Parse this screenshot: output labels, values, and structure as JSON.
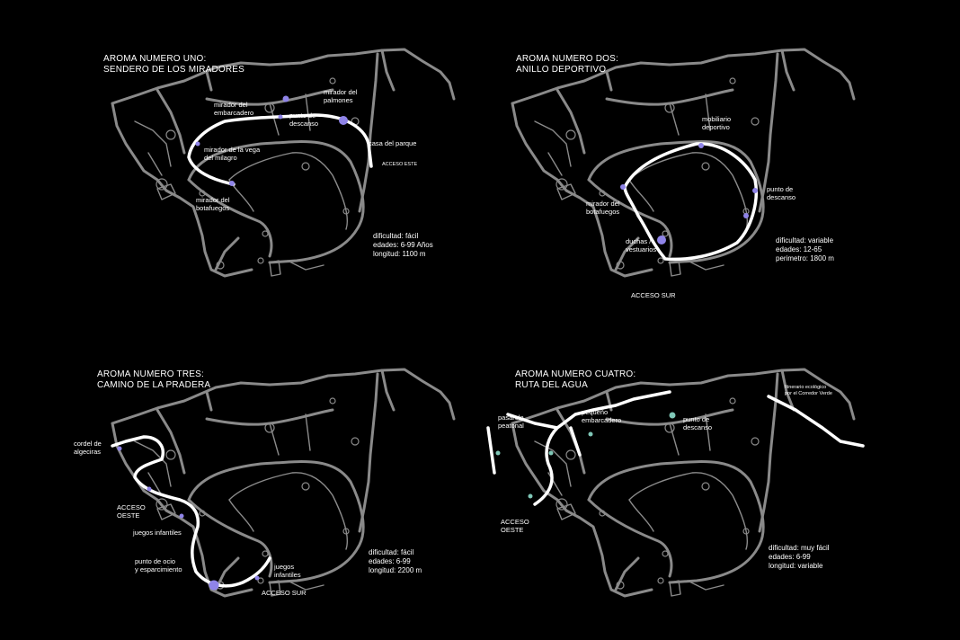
{
  "colors": {
    "background": "#000000",
    "paths": "#8a8a8a",
    "route": "#ffffff",
    "poi_purple": "#8f84e8",
    "poi_teal": "#7fc7b7"
  },
  "maps": [
    {
      "title_line1": "AROMA NUMERO UNO:",
      "title_line2": "SENDERO DE LOS MIRADORES",
      "labels": {
        "l1": "mirador del\nembarcadero",
        "l2": "mirador del\npalmones",
        "l3": "punto de\ndescanso",
        "l4": "mirador de la vega\ndel milagro",
        "l5": "casa del parque",
        "l6": "ACCESO ESTE",
        "l7": "mirador del\nbotafuegos"
      },
      "stats": [
        "dificultad: fácil",
        "edades: 6-99 Años",
        "longitud: 1100 m"
      ]
    },
    {
      "title_line1": "AROMA NUMERO DOS:",
      "title_line2": "ANILLO DEPORTIVO",
      "labels": {
        "l1": "mobiliario\ndeportivo",
        "l2": "punto de\ndescanso",
        "l3": "mirador del\nbotafuegos",
        "l4": "duchas /\nvestuarios",
        "l5": "ACCESO SUR"
      },
      "stats": [
        "dificultad: variable",
        "edades: 12-65",
        "perimetro: 1800 m"
      ]
    },
    {
      "title_line1": "AROMA NUMERO TRES:",
      "title_line2": "CAMINO DE LA PRADERA",
      "labels": {
        "l1": "cordel de\nalgeciras",
        "l2": "ACCESO\nOESTE",
        "l3": "juegos infantiles",
        "l4": "punto de ocio\ny esparcimiento",
        "l5": "juegos\ninfantiles",
        "l6": "ACCESO SUR"
      },
      "stats": [
        "dificultad: fácil",
        "edades: 6-99",
        "longitud: 2200 m"
      ]
    },
    {
      "title_line1": "AROMA NUMERO CUATRO:",
      "title_line2": "RUTA DEL AGUA",
      "labels": {
        "l1": "pasarela\npeatonal",
        "l2": "pequeño\nembarcadero",
        "l3": "punto de\ndescanso",
        "l4": "Itinerario ecológico\npor el Corredor Verde",
        "l5": "ACCESO\nOESTE"
      },
      "stats": [
        "dificultad: muy fácil",
        "edades: 6-99",
        "longitud: variable"
      ]
    }
  ]
}
